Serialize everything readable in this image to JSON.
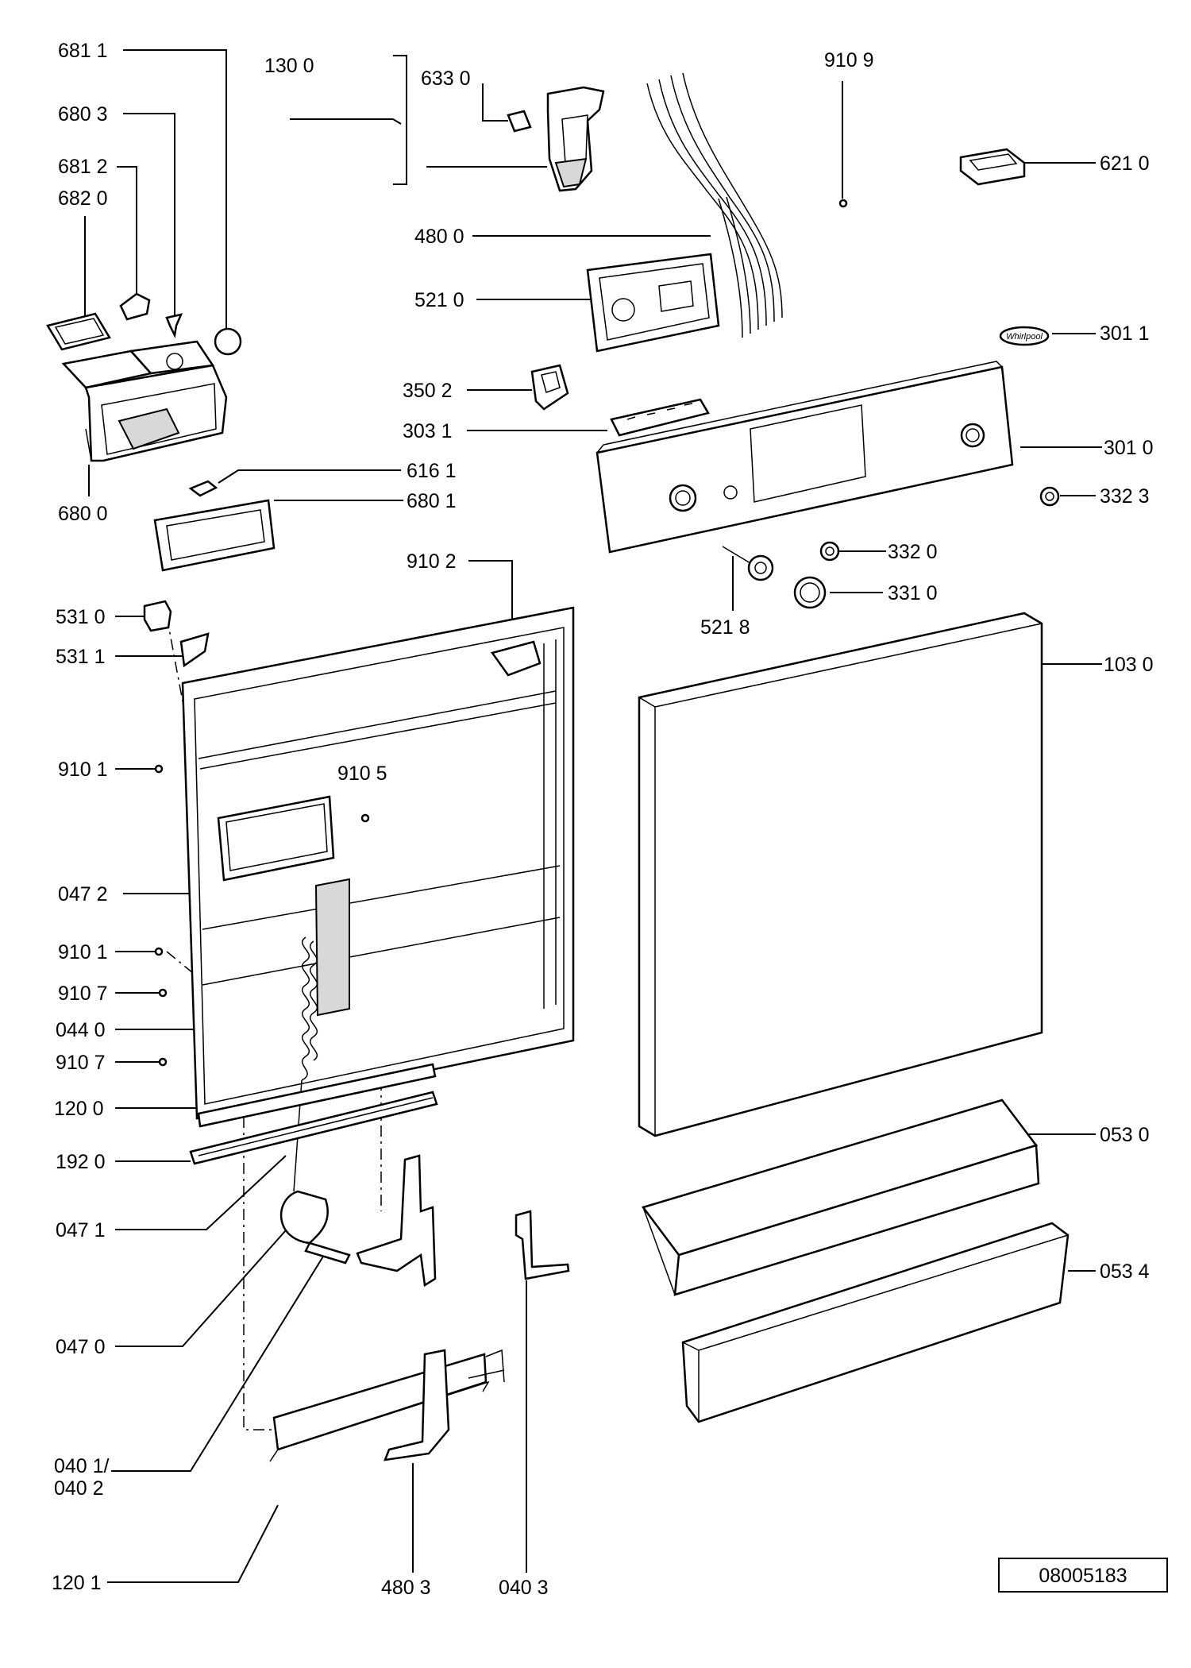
{
  "drawing_number": "08005183",
  "callouts": {
    "c6811": "681 1",
    "c6803": "680 3",
    "c6812": "681 2",
    "c6820": "682 0",
    "c6800": "680 0",
    "c1300": "130 0",
    "c6330": "633 0",
    "c9109": "910 9",
    "c6210": "621 0",
    "c4800": "480 0",
    "c5210": "521 0",
    "c3011": "301 1",
    "c3502": "350 2",
    "c3031": "303 1",
    "c3010": "301 0",
    "c6161": "616 1",
    "c6801": "680 1",
    "c3323": "332 3",
    "c9102": "910 2",
    "c3320": "332 0",
    "c3310": "331 0",
    "c5218": "521 8",
    "c5310": "531 0",
    "c5311": "531 1",
    "c1030": "103 0",
    "c9101a": "910 1",
    "c9105": "910 5",
    "c0472": "047 2",
    "c9101b": "910 1",
    "c9107a": "910 7",
    "c0440": "044 0",
    "c9107b": "910 7",
    "c1200": "120 0",
    "c0530": "053 0",
    "c1920": "192 0",
    "c0471": "047 1",
    "c0534": "053 4",
    "c0470": "047 0",
    "c0401": "040 1/",
    "c0402": "040 2",
    "c1201": "120 1",
    "c4803": "480 3",
    "c0403": "040 3"
  },
  "brand_logo_text": "Whirlpool"
}
